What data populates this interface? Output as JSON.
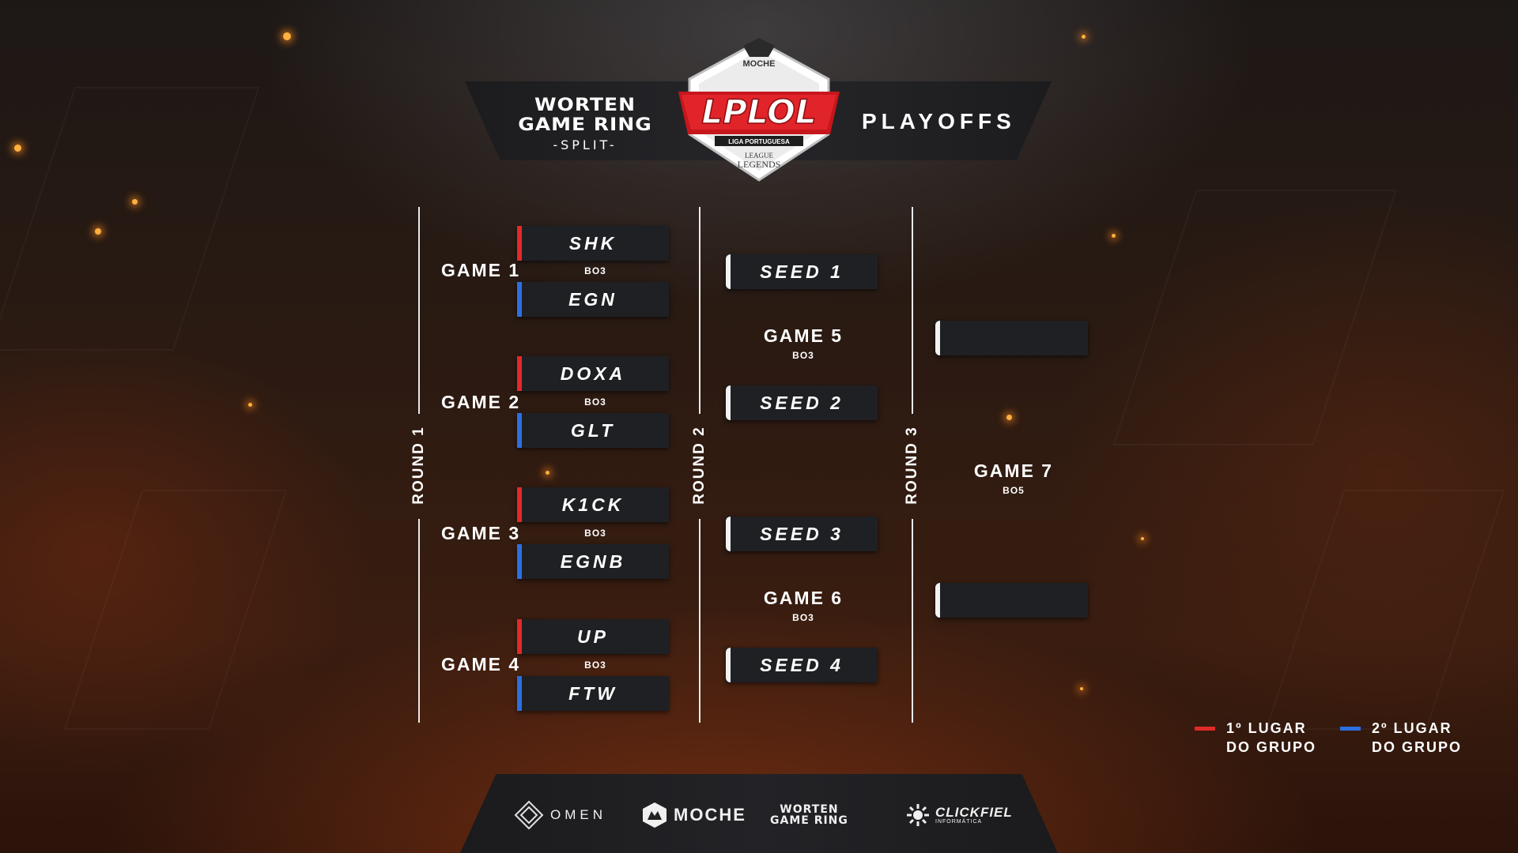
{
  "header": {
    "wgr_line1": "WORTEN",
    "wgr_line2": "GAME RING",
    "wgr_split": "-SPLIT-",
    "playoffs": "PLAYOFFS",
    "lplol_sponsor": "MOCHE",
    "lplol_title": "LPLOL",
    "lplol_subtitle": "LIGA PORTUGUESA",
    "lol_line1": "LEAGUE",
    "lol_line2": "LEGENDS"
  },
  "rounds": {
    "round1": "ROUND 1",
    "round2": "ROUND 2",
    "round3": "ROUND 3"
  },
  "round1": [
    {
      "game": "GAME 1",
      "format": "BO3",
      "team_a": "SHK",
      "team_b": "EGN"
    },
    {
      "game": "GAME 2",
      "format": "BO3",
      "team_a": "DOXA",
      "team_b": "GLT"
    },
    {
      "game": "GAME 3",
      "format": "BO3",
      "team_a": "K1CK",
      "team_b": "EGNB"
    },
    {
      "game": "GAME 4",
      "format": "BO3",
      "team_a": "UP",
      "team_b": "FTW"
    }
  ],
  "round2": {
    "seeds": [
      "SEED 1",
      "SEED 2",
      "SEED 3",
      "SEED 4"
    ],
    "game5": {
      "game": "GAME 5",
      "format": "BO3"
    },
    "game6": {
      "game": "GAME 6",
      "format": "BO3"
    }
  },
  "round3": {
    "game7": {
      "game": "GAME 7",
      "format": "BO5"
    },
    "slot_top": "",
    "slot_bottom": ""
  },
  "legend": {
    "first_line1": "1º LUGAR",
    "first_line2": "DO GRUPO",
    "second_line1": "2º LUGAR",
    "second_line2": "DO GRUPO",
    "first_color": "#e12a2a",
    "second_color": "#2d6fe0"
  },
  "sponsors": {
    "omen": "OMEN",
    "moche": "MOCHE",
    "worten_line1": "WORTEN",
    "worten_line2": "GAME RING",
    "clickfiel": "CLICKFIEL",
    "clickfiel_sub": "INFORMÁTICA"
  }
}
